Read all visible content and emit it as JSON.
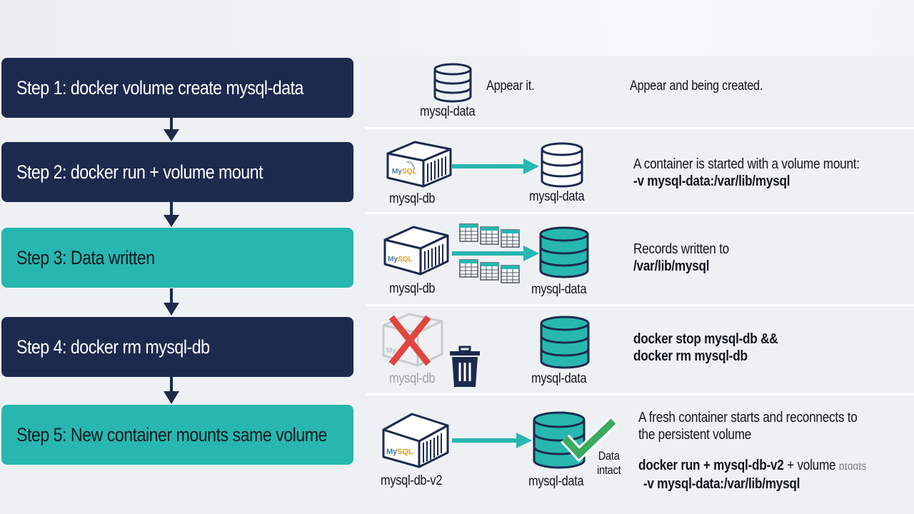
{
  "colors": {
    "navy": "#1d2a4e",
    "teal": "#27b7b0",
    "check_green": "#3aaa5c",
    "cross_red": "#e0463f",
    "background": "#eef1f4"
  },
  "steps": [
    {
      "label": "Step 1: docker volume create mysql-data",
      "style": "dark"
    },
    {
      "label": "Step 2: docker run + volume mount",
      "style": "dark"
    },
    {
      "label": "Step 3: Data written",
      "style": "teal"
    },
    {
      "label": "Step 4: docker rm mysql-db",
      "style": "dark"
    },
    {
      "label": "Step 5: New container mounts same volume",
      "style": "teal"
    }
  ],
  "rows": {
    "row1": {
      "volume_label": "mysql-data",
      "note_short": "Appear it.",
      "note_long": "Appear and being created."
    },
    "row2": {
      "container_label": "mysql-db",
      "volume_label": "mysql-data",
      "desc_line1": "A container is started with a volume mount:",
      "desc_line2": "-v mysql-data:/var/lib/mysql"
    },
    "row3": {
      "container_label": "mysql-db",
      "volume_label": "mysql-data",
      "desc_line1": "Records written to",
      "desc_line2": "/var/lib/mysql"
    },
    "row4": {
      "container_label": "mysql-db",
      "volume_label": "mysql-data",
      "desc_line1": "docker stop mysql-db &&",
      "desc_line2": "docker rm mysql-db"
    },
    "row5": {
      "container_label": "mysql-db-v2",
      "volume_label": "mysql-data",
      "badge_line1": "Data",
      "badge_line2": "intact",
      "desc_line1": "A fresh container starts and reconnects to",
      "desc_line2": "the persistent volume",
      "cmd_bold": "docker run + mysql-db-v2",
      "cmd_rest": " + volume",
      "cmd_garbled": "ɒɪɑɑɪs",
      "cmd_line2": "-v mysql-data:/var/lib/mysql"
    }
  },
  "icons": {
    "mysql_logo_text_my": "My",
    "mysql_logo_text_sql": "SQL"
  }
}
